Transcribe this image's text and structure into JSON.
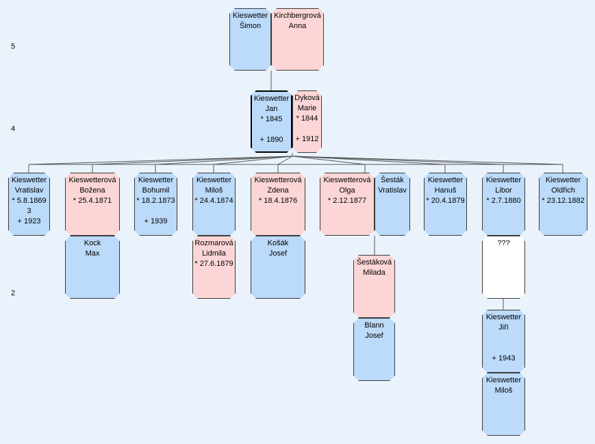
{
  "generations": [
    "5",
    "4",
    "2"
  ],
  "persons": {
    "simon": {
      "lines": [
        "Kieswetter",
        "Šimon"
      ],
      "sex": "m"
    },
    "anna": {
      "lines": [
        "Kirchbergrová",
        "Anna"
      ],
      "sex": "f"
    },
    "jan": {
      "lines": [
        "Kieswetter",
        "Jan",
        "* 1845",
        "",
        "+ 1890"
      ],
      "sex": "m"
    },
    "marie": {
      "lines": [
        "Dyková",
        "Marie",
        "* 1844",
        "",
        "+ 1912"
      ],
      "sex": "f"
    },
    "vratislav": {
      "lines": [
        "Kieswetter",
        "Vratislav",
        "* 5.8.1869",
        "3",
        "+ 1923"
      ],
      "sex": "m"
    },
    "bozena": {
      "lines": [
        "Kieswetterová",
        "Božena",
        "* 25.4.1871"
      ],
      "sex": "f"
    },
    "max": {
      "lines": [
        "Kock",
        "Max"
      ],
      "sex": "m"
    },
    "bohumil": {
      "lines": [
        "Kieswetter",
        "Bohumil",
        "* 18.2.1873",
        "",
        "+ 1939"
      ],
      "sex": "m"
    },
    "milos": {
      "lines": [
        "Kieswetter",
        "Miloš",
        "* 24.4.1874"
      ],
      "sex": "m"
    },
    "lidmila": {
      "lines": [
        "Rozmarová",
        "Lidmila",
        "* 27.6.1879"
      ],
      "sex": "f"
    },
    "zdena": {
      "lines": [
        "Kieswetterová",
        "Zdena",
        "* 18.4.1876"
      ],
      "sex": "f"
    },
    "josef_kosak": {
      "lines": [
        "Košák",
        "Josef"
      ],
      "sex": "m"
    },
    "olga": {
      "lines": [
        "Kieswetterová",
        "Olga",
        "* 2.12.1877"
      ],
      "sex": "f"
    },
    "vratislav_sestak": {
      "lines": [
        "Šesták",
        "Vratislav"
      ],
      "sex": "m"
    },
    "milada": {
      "lines": [
        "Šestáková",
        "Milada"
      ],
      "sex": "f"
    },
    "josef_blann": {
      "lines": [
        "Blann",
        "Josef"
      ],
      "sex": "m"
    },
    "hanus": {
      "lines": [
        "Kieswetter",
        "Hanuš",
        "* 20.4.1879"
      ],
      "sex": "m"
    },
    "libor": {
      "lines": [
        "Kieswetter",
        "Libor",
        "* 2.7.1880"
      ],
      "sex": "m"
    },
    "unknown": {
      "lines": [
        "???"
      ],
      "sex": "u"
    },
    "jiri": {
      "lines": [
        "Kieswetter",
        "Jiří",
        "",
        "",
        "+ 1943"
      ],
      "sex": "m"
    },
    "milos2": {
      "lines": [
        "Kieswetter",
        "Miloš"
      ],
      "sex": "m"
    },
    "oldrich": {
      "lines": [
        "Kieswetter",
        "Oldřich",
        "* 23.12.1882"
      ],
      "sex": "m"
    }
  }
}
